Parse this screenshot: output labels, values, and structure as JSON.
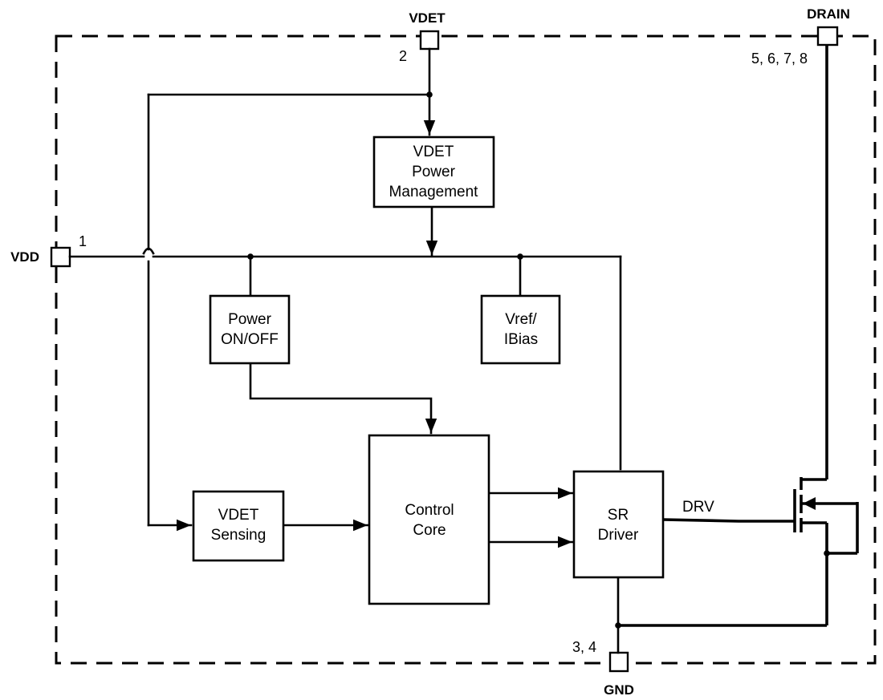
{
  "pins": {
    "vdet": {
      "label": "VDET",
      "number": "2"
    },
    "drain": {
      "label": "DRAIN",
      "number": "5, 6, 7, 8"
    },
    "vdd": {
      "label": "VDD",
      "number": "1"
    },
    "gnd": {
      "label": "GND",
      "number": "3, 4"
    }
  },
  "blocks": {
    "vdet_power_management": [
      "VDET",
      "Power",
      "Management"
    ],
    "power_on_off": [
      "Power",
      "ON/OFF"
    ],
    "vref_ibias": [
      "Vref/",
      "IBias"
    ],
    "vdet_sensing": [
      "VDET",
      "Sensing"
    ],
    "control_core": [
      "Control",
      "Core"
    ],
    "sr_driver": [
      "SR",
      "Driver"
    ]
  },
  "signals": {
    "drv": "DRV"
  },
  "colors": {
    "line": "#000000",
    "background": "#ffffff"
  }
}
